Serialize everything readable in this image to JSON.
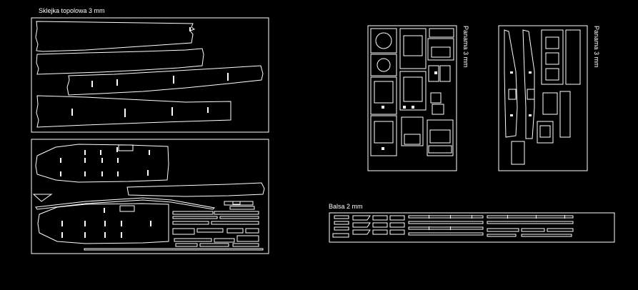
{
  "drawing": {
    "background": "#000000",
    "line_color": "#ffffff",
    "sheets": [
      {
        "id": "plywood",
        "label": "Sklejka topolowa 3 mm"
      },
      {
        "id": "cardboard-a",
        "label": "Panama 3 mm"
      },
      {
        "id": "cardboard-b",
        "label": "Panama 3 mm"
      },
      {
        "id": "balsa",
        "label": "Balsa 2 mm"
      }
    ]
  }
}
